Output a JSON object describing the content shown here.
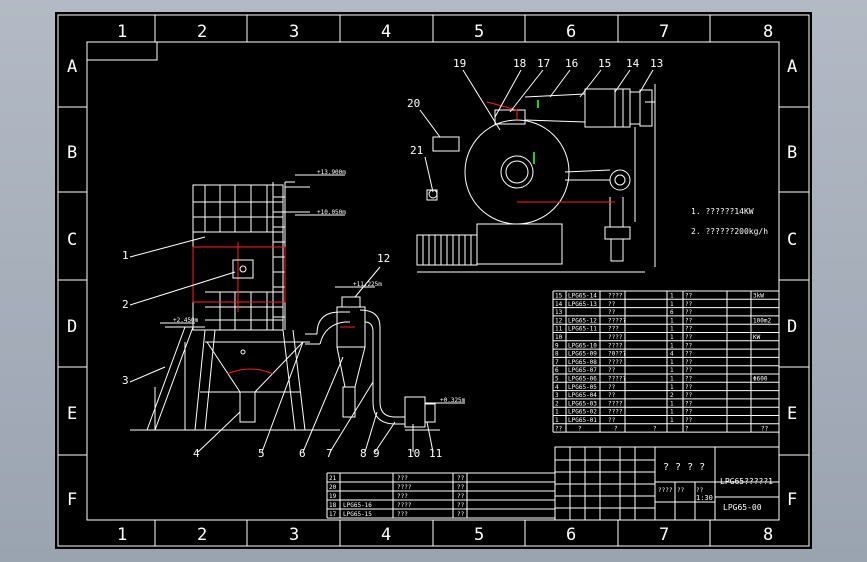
{
  "window": {
    "title": ""
  },
  "frame": {
    "col_numbers": [
      "1",
      "2",
      "3",
      "4",
      "5",
      "6",
      "7",
      "8"
    ],
    "row_letters": [
      "A",
      "B",
      "C",
      "D",
      "E",
      "F"
    ]
  },
  "callouts": {
    "c1": "1",
    "c2": "2",
    "c3": "3",
    "c4": "4",
    "c5": "5",
    "c6": "6",
    "c7": "7",
    "c8": "8",
    "c9": "9",
    "c10": "10",
    "c11": "11",
    "c12": "12",
    "c13": "13",
    "c14": "14",
    "c15": "15",
    "c16": "16",
    "c17": "17",
    "c18": "18",
    "c19": "19",
    "c20": "20",
    "c21": "21"
  },
  "levels": {
    "l1": "+13.900m",
    "l2": "+10.050m",
    "l3": "+2.450m",
    "l4": "+11.225m",
    "l5": "+0.325m"
  },
  "notes": {
    "n1": "1. ??????14KW",
    "n2": "2. ??????200kg/h"
  },
  "bom": {
    "rows": [
      {
        "no": "15",
        "code": "LPG65-14",
        "name": "????",
        "qty": "1",
        "mat": "??",
        "note": "3kW"
      },
      {
        "no": "14",
        "code": "LPG65-13",
        "name": "??",
        "qty": "1",
        "mat": "??",
        "note": ""
      },
      {
        "no": "13",
        "code": "",
        "name": "??",
        "qty": "6",
        "mat": "??",
        "note": ""
      },
      {
        "no": "12",
        "code": "LPG65-12",
        "name": "?????",
        "qty": "1",
        "mat": "??",
        "note": "100m2"
      },
      {
        "no": "11",
        "code": "LPG65-11",
        "name": "???",
        "qty": "1",
        "mat": "??",
        "note": ""
      },
      {
        "no": "10",
        "code": "",
        "name": "????",
        "qty": "1",
        "mat": "??",
        "note": "KW"
      },
      {
        "no": "9",
        "code": "LPG65-10",
        "name": "????",
        "qty": "1",
        "mat": "??",
        "note": ""
      },
      {
        "no": "8",
        "code": "LPG65-09",
        "name": "?0???",
        "qty": "4",
        "mat": "??",
        "note": ""
      },
      {
        "no": "7",
        "code": "LPG65-08",
        "name": "????",
        "qty": "1",
        "mat": "??",
        "note": ""
      },
      {
        "no": "6",
        "code": "LPG65-07",
        "name": "??",
        "qty": "1",
        "mat": "??",
        "note": ""
      },
      {
        "no": "5",
        "code": "LPG65-06",
        "name": "?????",
        "qty": "1",
        "mat": "??",
        "note": "Φ600"
      },
      {
        "no": "4",
        "code": "LPG65-05",
        "name": "??",
        "qty": "1",
        "mat": "??",
        "note": ""
      },
      {
        "no": "3",
        "code": "LPG65-04",
        "name": "??",
        "qty": "2",
        "mat": "??",
        "note": ""
      },
      {
        "no": "2",
        "code": "LPG65-03",
        "name": "????",
        "qty": "1",
        "mat": "??",
        "note": ""
      },
      {
        "no": "1",
        "code": "LPG65-02",
        "name": "????",
        "qty": "1",
        "mat": "??",
        "note": ""
      },
      {
        "no": "1",
        "code": "LPG65-01",
        "name": "??",
        "qty": "1",
        "mat": "??",
        "note": ""
      }
    ],
    "header": {
      "no": "??",
      "code": "?",
      "name": "?",
      "qty": "?",
      "mat": "?",
      "note": "??"
    },
    "lower_rows": [
      {
        "no": "21",
        "code": "",
        "name": "???",
        "mat": "??"
      },
      {
        "no": "20",
        "code": "",
        "name": "????",
        "mat": "??"
      },
      {
        "no": "19",
        "code": "",
        "name": "???",
        "mat": "??"
      },
      {
        "no": "18",
        "code": "LPG65-16",
        "name": "????",
        "mat": "??"
      },
      {
        "no": "17",
        "code": "LPG65-15",
        "name": "???",
        "mat": "??"
      }
    ]
  },
  "title_block": {
    "drawing_title": "? ? ? ?",
    "product_name": "LPG65?????1",
    "drawing_number": "LPG65-00",
    "scale": "1:30",
    "scale_label": "????",
    "sheet_label": "??",
    "sheet2": "??"
  },
  "colors": {
    "frame": "#ffffff",
    "background": "#000000",
    "accent_red": "#ff2020",
    "accent_green": "#20d020"
  }
}
